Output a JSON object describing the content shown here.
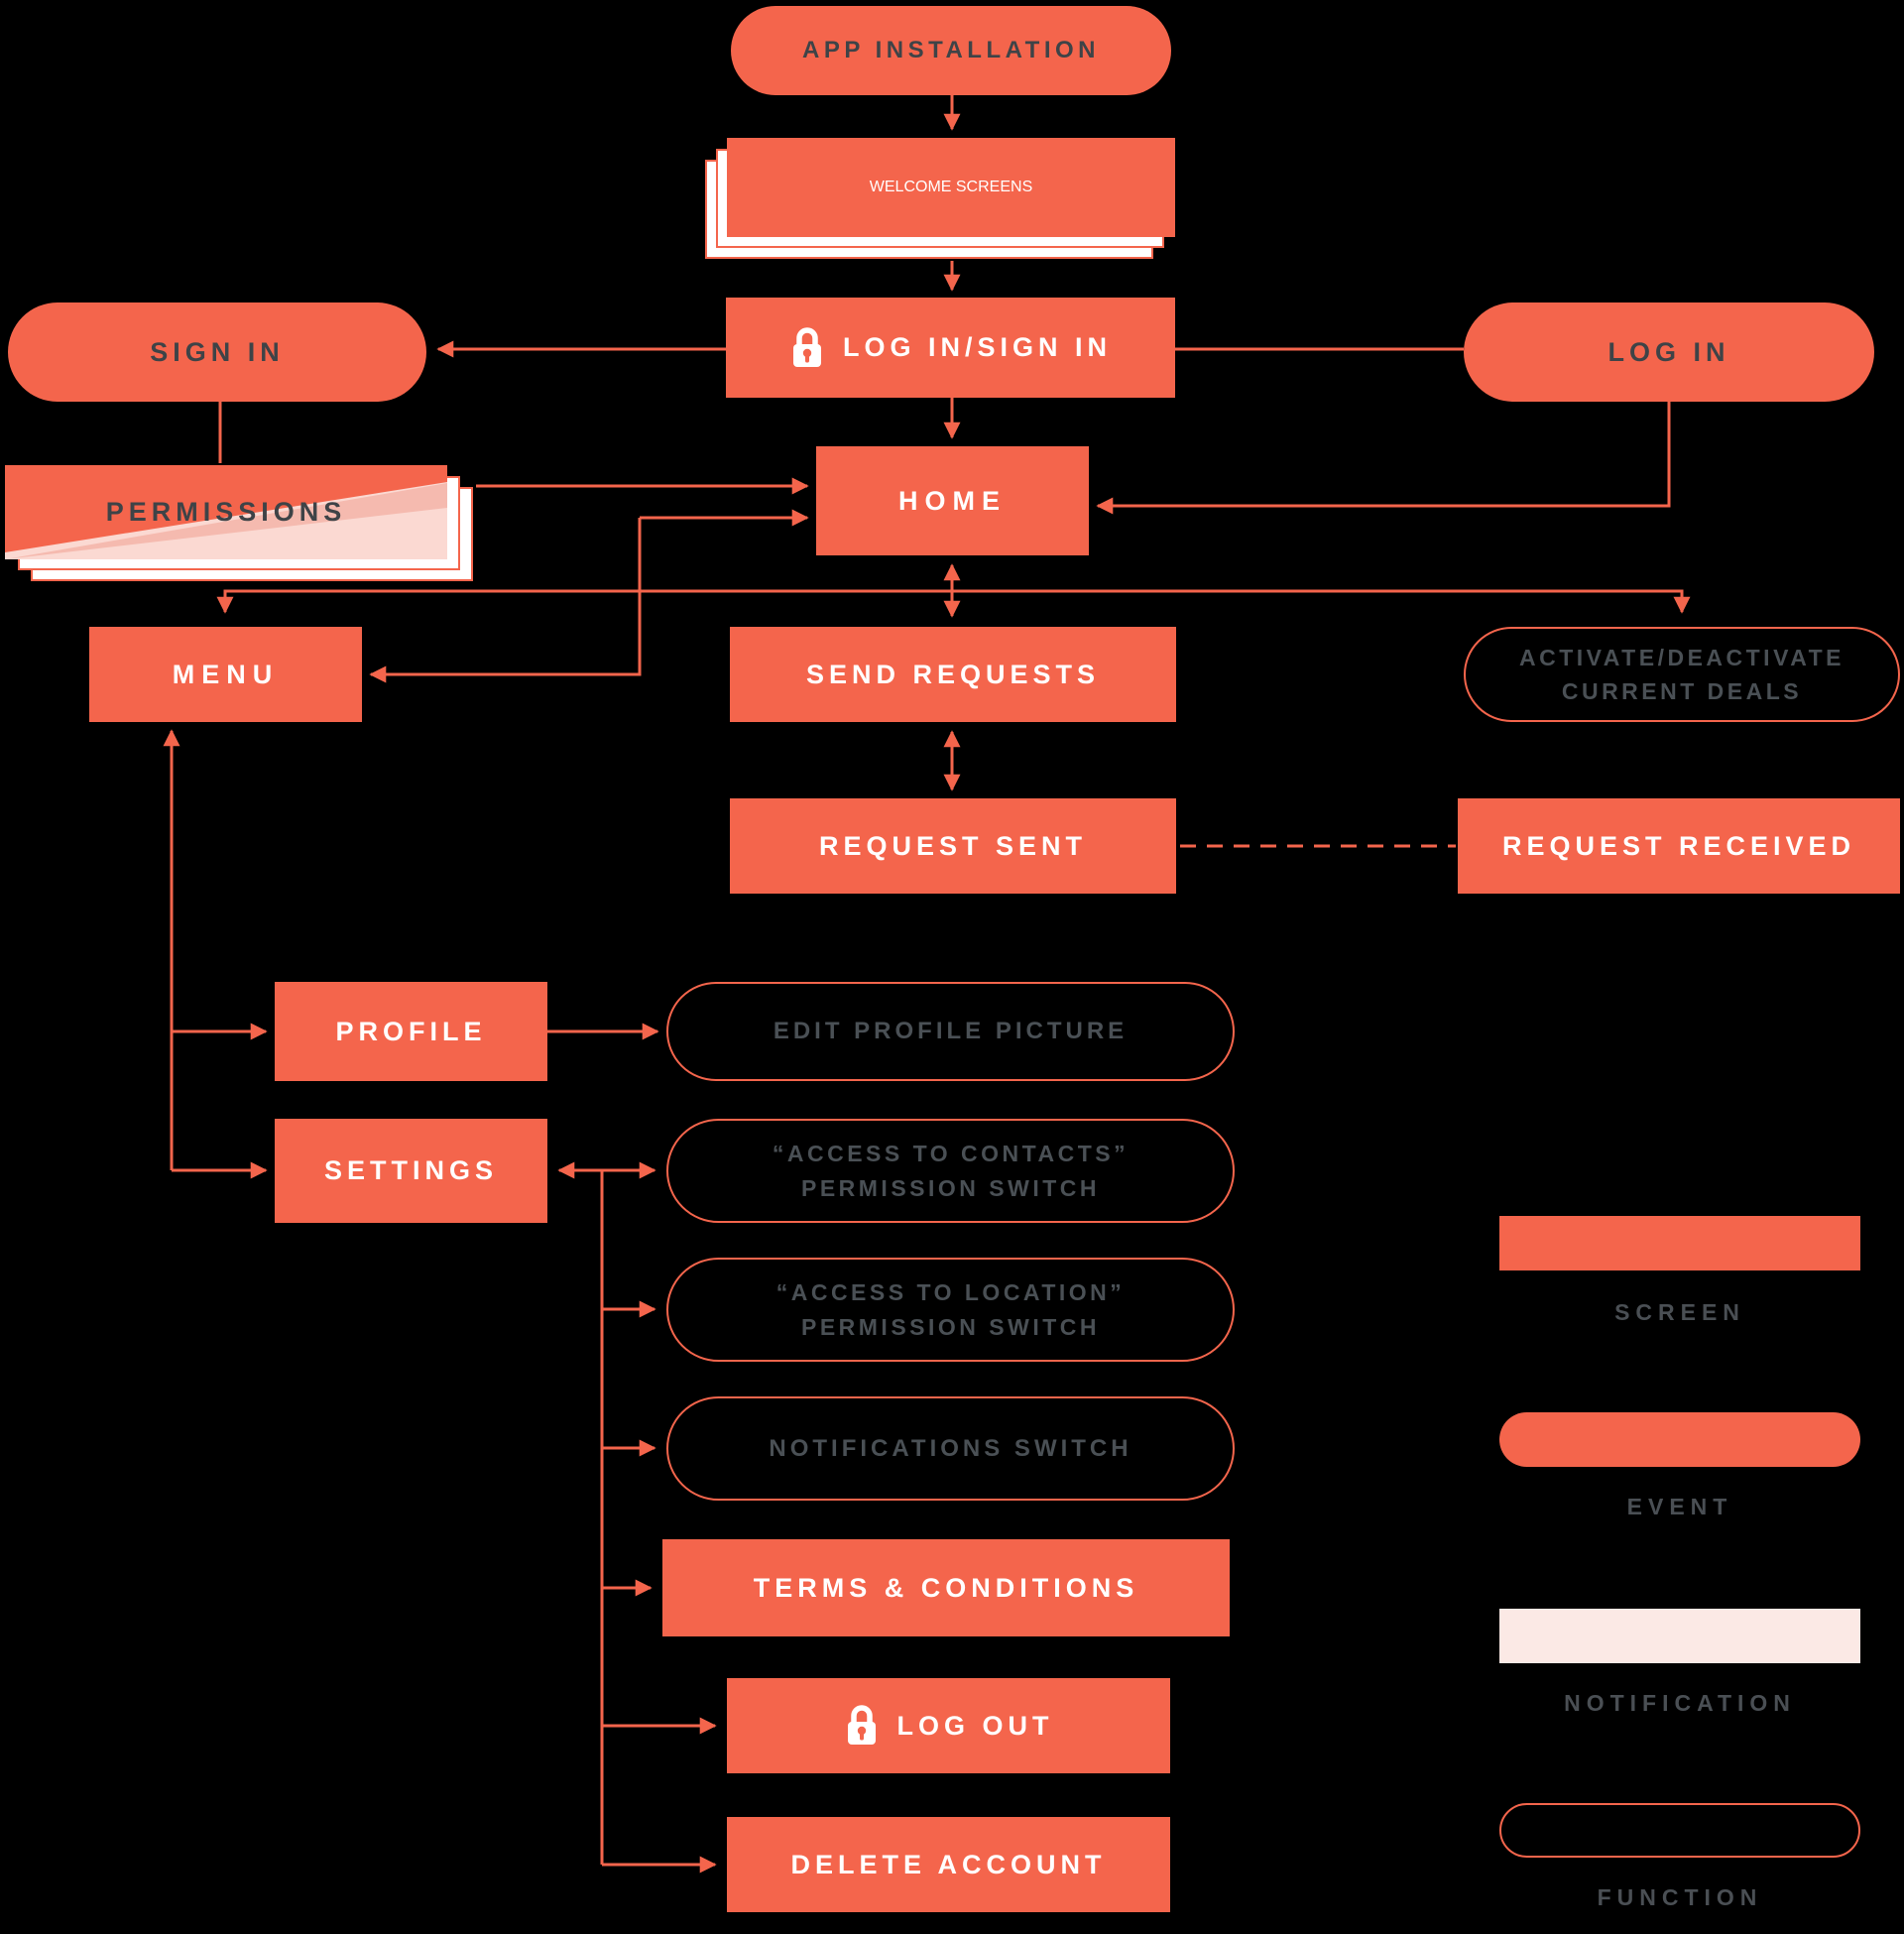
{
  "nodes": {
    "app_installation": {
      "label": "APP INSTALLATION",
      "type": "event"
    },
    "welcome_screens": {
      "label": "WELCOME SCREENS",
      "type": "screen-stacked"
    },
    "log_in_sign_in": {
      "label": "LOG IN/SIGN IN",
      "type": "screen",
      "icon": "lock-icon"
    },
    "sign_in": {
      "label": "SIGN IN",
      "type": "event"
    },
    "log_in": {
      "label": "LOG IN",
      "type": "event"
    },
    "permissions": {
      "label": "PERMISSIONS",
      "type": "notification-stacked"
    },
    "home": {
      "label": "HOME",
      "type": "screen"
    },
    "menu": {
      "label": "MENU",
      "type": "screen"
    },
    "send_requests": {
      "label": "SEND REQUESTS",
      "type": "screen"
    },
    "activate_deactivate": {
      "label_line1": "ACTIVATE/DEACTIVATE",
      "label_line2": "CURRENT DEALS",
      "type": "function"
    },
    "request_sent": {
      "label": "REQUEST SENT",
      "type": "screen"
    },
    "request_received": {
      "label": "REQUEST RECEIVED",
      "type": "screen"
    },
    "profile": {
      "label": "PROFILE",
      "type": "screen"
    },
    "edit_profile_picture": {
      "label": "EDIT PROFILE PICTURE",
      "type": "function"
    },
    "settings": {
      "label": "SETTINGS",
      "type": "screen"
    },
    "contacts_switch": {
      "label_line1": "“ACCESS TO CONTACTS”",
      "label_line2": "PERMISSION SWITCH",
      "type": "function"
    },
    "location_switch": {
      "label_line1": "“ACCESS TO LOCATION”",
      "label_line2": "PERMISSION SWITCH",
      "type": "function"
    },
    "notifications_switch": {
      "label": "NOTIFICATIONS SWITCH",
      "type": "function"
    },
    "terms": {
      "label": "TERMS & CONDITIONS",
      "type": "screen"
    },
    "log_out": {
      "label": "LOG OUT",
      "type": "screen",
      "icon": "lock-icon"
    },
    "delete_account": {
      "label": "DELETE ACCOUNT",
      "type": "screen"
    }
  },
  "legend": {
    "screen": "SCREEN",
    "event": "EVENT",
    "notification": "NOTIFICATION",
    "function": "FUNCTION"
  },
  "colors": {
    "accent_orange": "#F4654C",
    "dark_text": "#3E4347",
    "function_text": "#4A5055",
    "notification_pink": "#FBE9E5",
    "permissions_pale_pink": "#FBD9D2",
    "permissions_medium_pink": "#F5BAAF",
    "white": "#FFFFFF",
    "background": "#000000"
  }
}
